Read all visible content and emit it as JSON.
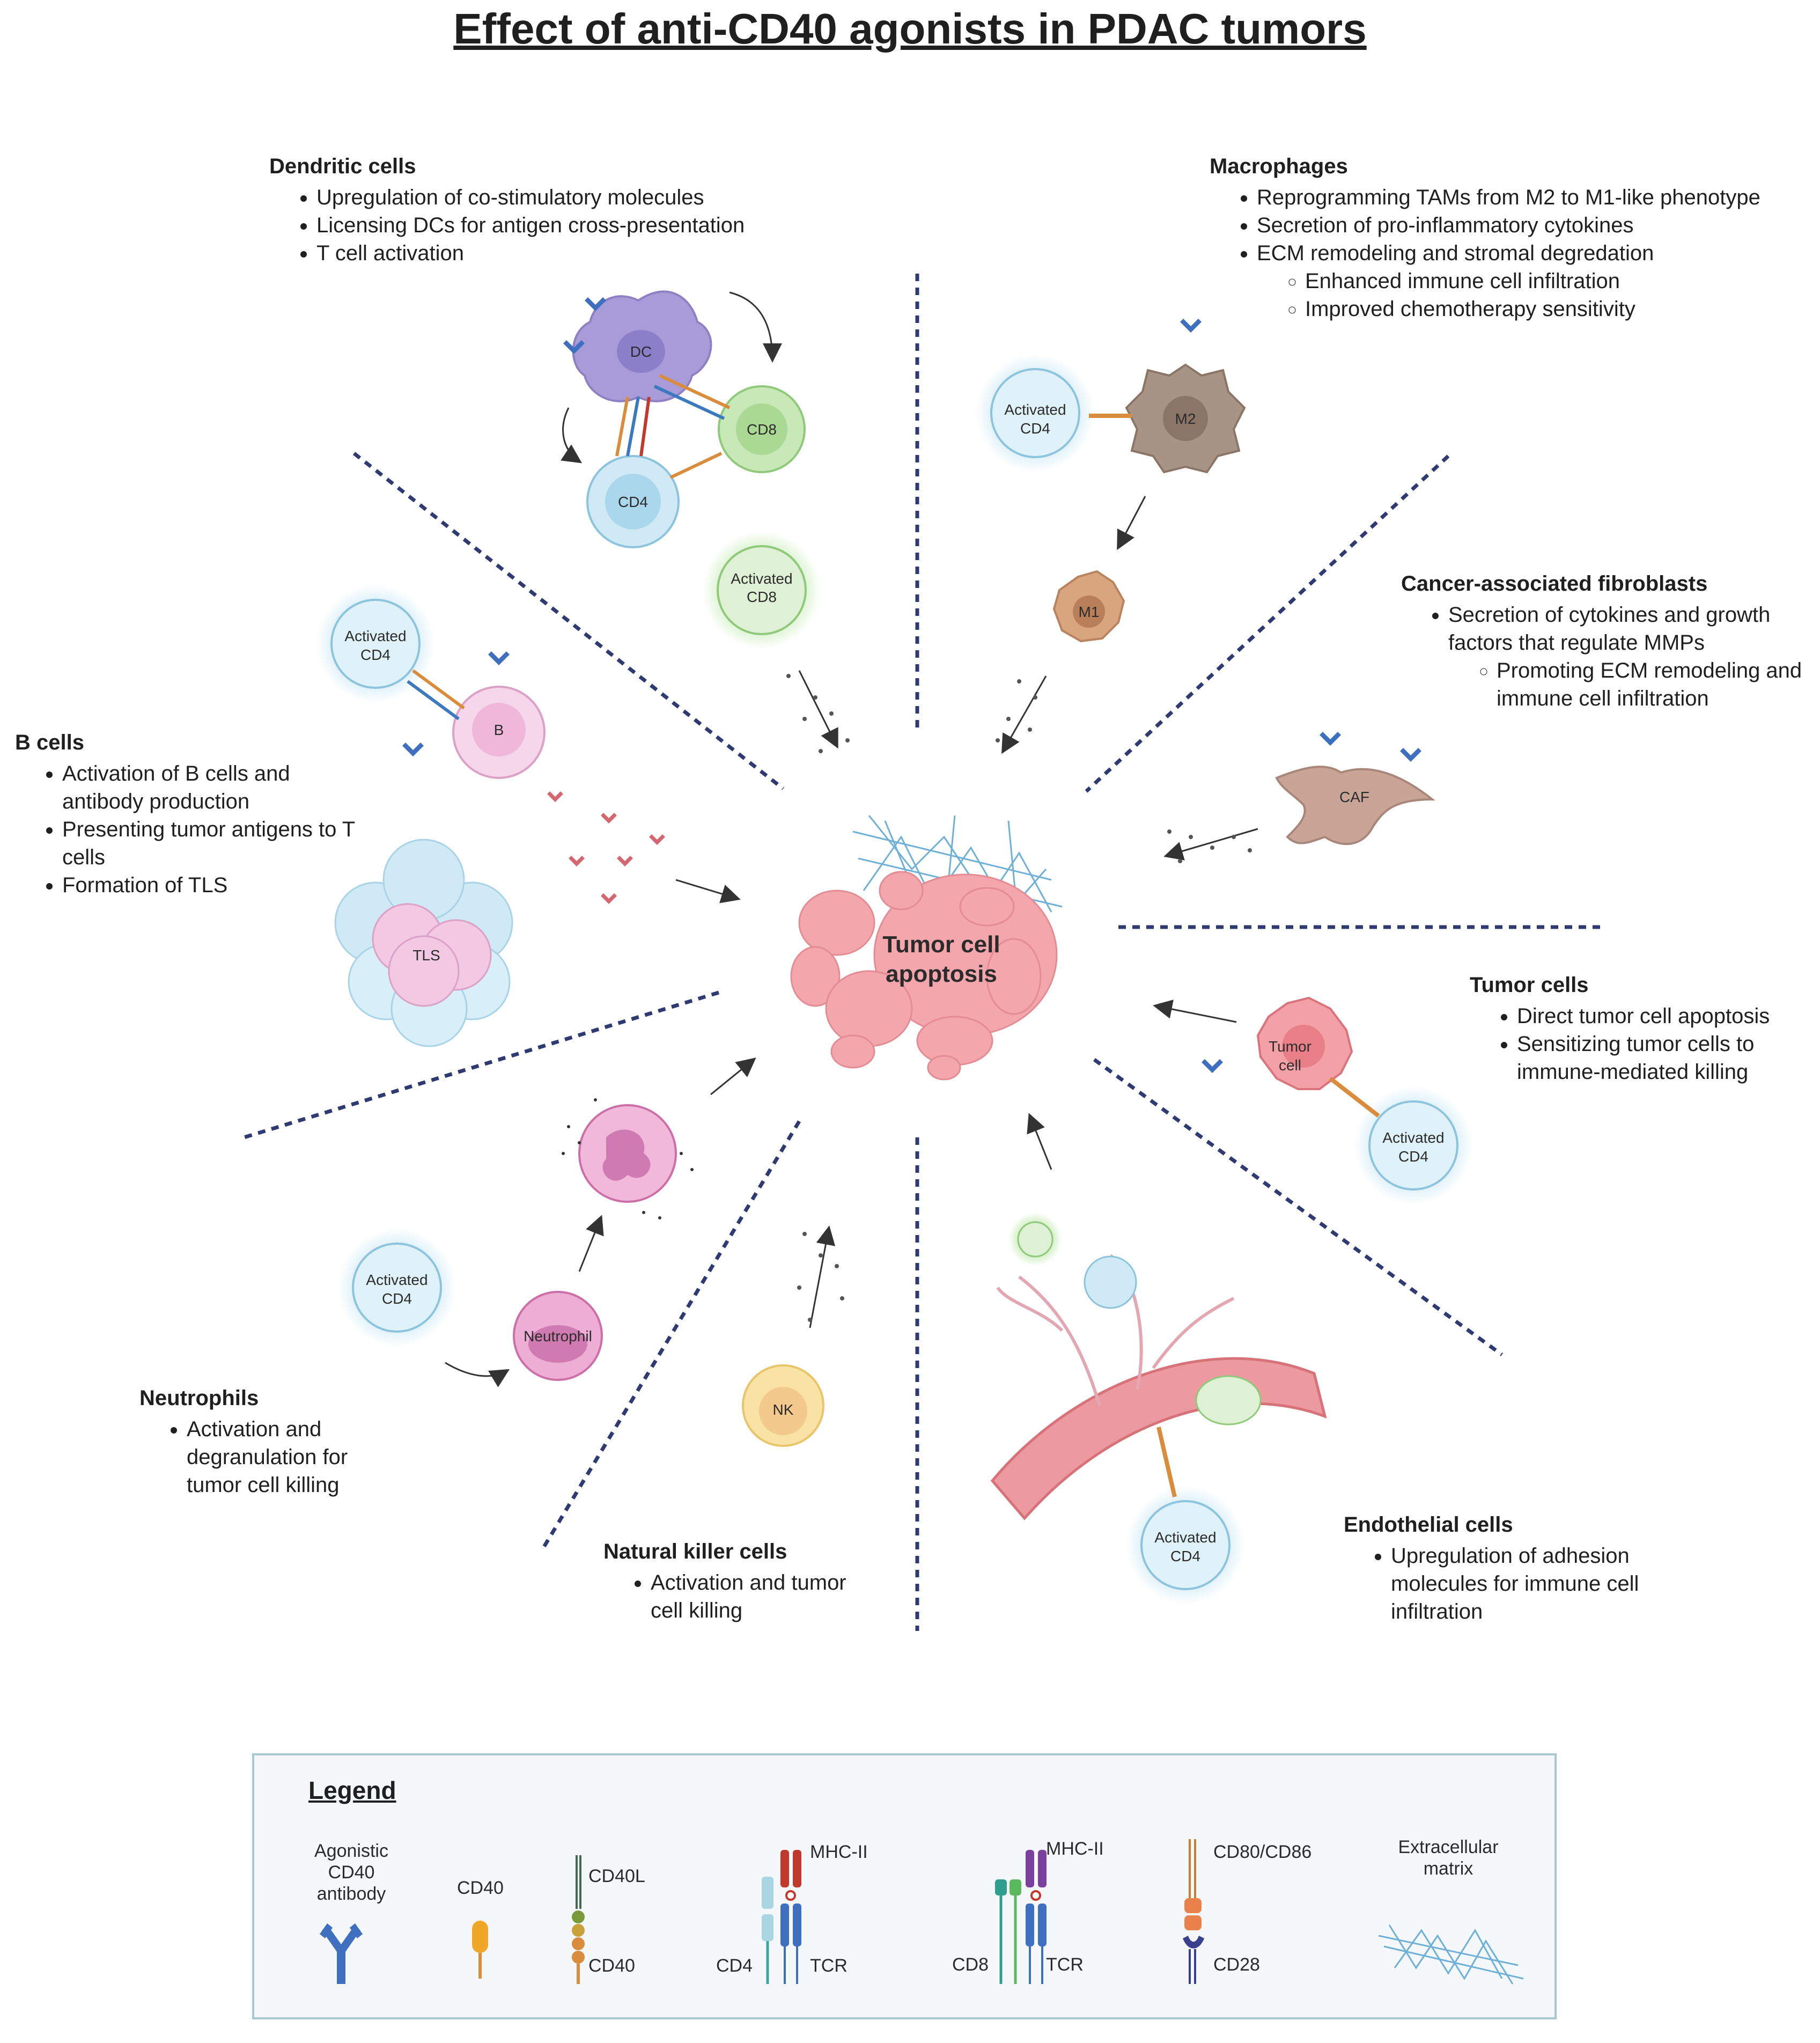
{
  "title": "Effect of anti-CD40 agonists in PDAC tumors",
  "center_label": [
    "Tumor cell",
    "apoptosis"
  ],
  "sections": {
    "dendritic": {
      "heading": "Dendritic cells",
      "bullets": [
        "Upregulation of co-stimulatory molecules",
        "Licensing DCs for antigen cross-presentation",
        "T cell activation"
      ]
    },
    "macrophages": {
      "heading": "Macrophages",
      "bullets": [
        "Reprogramming TAMs from M2 to M1-like phenotype",
        "Secretion of pro-inflammatory cytokines",
        "ECM remodeling and stromal degredation"
      ],
      "sub_bullets": [
        "Enhanced immune cell infiltration",
        "Improved chemotherapy sensitivity"
      ]
    },
    "caf": {
      "heading": "Cancer-associated fibroblasts",
      "bullets": [
        "Secretion of cytokines and growth factors that regulate MMPs"
      ],
      "sub_bullets": [
        "Promoting ECM remodeling and immune cell infiltration"
      ]
    },
    "bcells": {
      "heading": "B cells",
      "bullets": [
        "Activation of B cells and antibody production",
        "Presenting tumor antigens to T cells",
        "Formation of TLS"
      ]
    },
    "tumor": {
      "heading": "Tumor cells",
      "bullets": [
        "Direct tumor cell apoptosis",
        "Sensitizing tumor cells to immune-mediated killing"
      ]
    },
    "neutrophils": {
      "heading": "Neutrophils",
      "bullets": [
        "Activation and degranulation for tumor cell killing"
      ]
    },
    "nk": {
      "heading": "Natural killer cells",
      "bullets": [
        "Activation and tumor cell killing"
      ]
    },
    "endothelial": {
      "heading": "Endothelial cells",
      "bullets": [
        "Upregulation of adhesion molecules for immune cell infiltration"
      ]
    }
  },
  "cell_labels": {
    "dc": "DC",
    "cd8": "CD8",
    "cd4": "CD4",
    "activated": "Activated",
    "m2": "M2",
    "m1": "M1",
    "b": "B",
    "tls": "TLS",
    "caf": "CAF",
    "tumor_cell": [
      "Tumor",
      "cell"
    ],
    "neutrophil": "Neutrophil",
    "nk": "NK"
  },
  "legend": {
    "title": "Legend",
    "agonistic": [
      "Agonistic",
      "CD40",
      "antibody"
    ],
    "cd40": "CD40",
    "cd40l": "CD40L",
    "cd40_b": "CD40",
    "mhc2_a": "MHC-II",
    "cd4": "CD4",
    "tcr_a": "TCR",
    "mhc2_b": "MHC-II",
    "cd8": "CD8",
    "tcr_b": "TCR",
    "cd80": "CD80/CD86",
    "cd28": "CD28",
    "ecm": [
      "Extracellular",
      "matrix"
    ]
  },
  "colors": {
    "cd4": "#bfe3f2",
    "cd8": "#b9dfa8",
    "dc": "#a79bd8",
    "macrophage_m2": "#a89485",
    "m1": "#d9a57e",
    "b_cell": "#f1c6e0",
    "tumor": "#f3a0a6",
    "caf": "#c9a597",
    "neutrophil": "#e58dc0",
    "nk": "#f6db86",
    "vessel": "#e9868c",
    "divider": "#2f3a73",
    "antibody": "#3f6fbf",
    "cd40": "#f0a626"
  }
}
